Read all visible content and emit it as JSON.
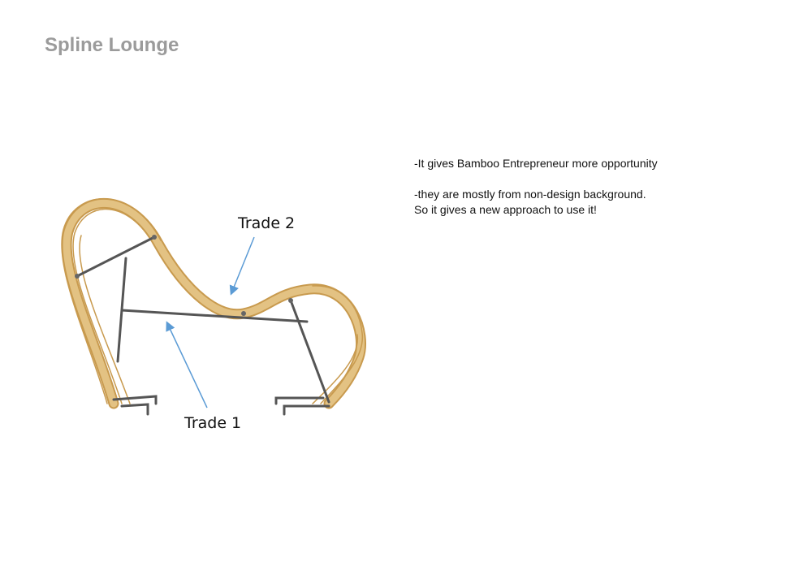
{
  "title": "Spline Lounge",
  "notes": [
    "-It gives Bamboo Entrepreneur more opportunity",
    "-they are mostly from non-design background.",
    "So it gives a new approach to use it!"
  ],
  "annotations": {
    "trade1": "Trade 1",
    "trade2": "Trade 2"
  },
  "colors": {
    "bamboo": "#d9b26a",
    "frame": "#555555",
    "arrow": "#5b9bd5"
  }
}
